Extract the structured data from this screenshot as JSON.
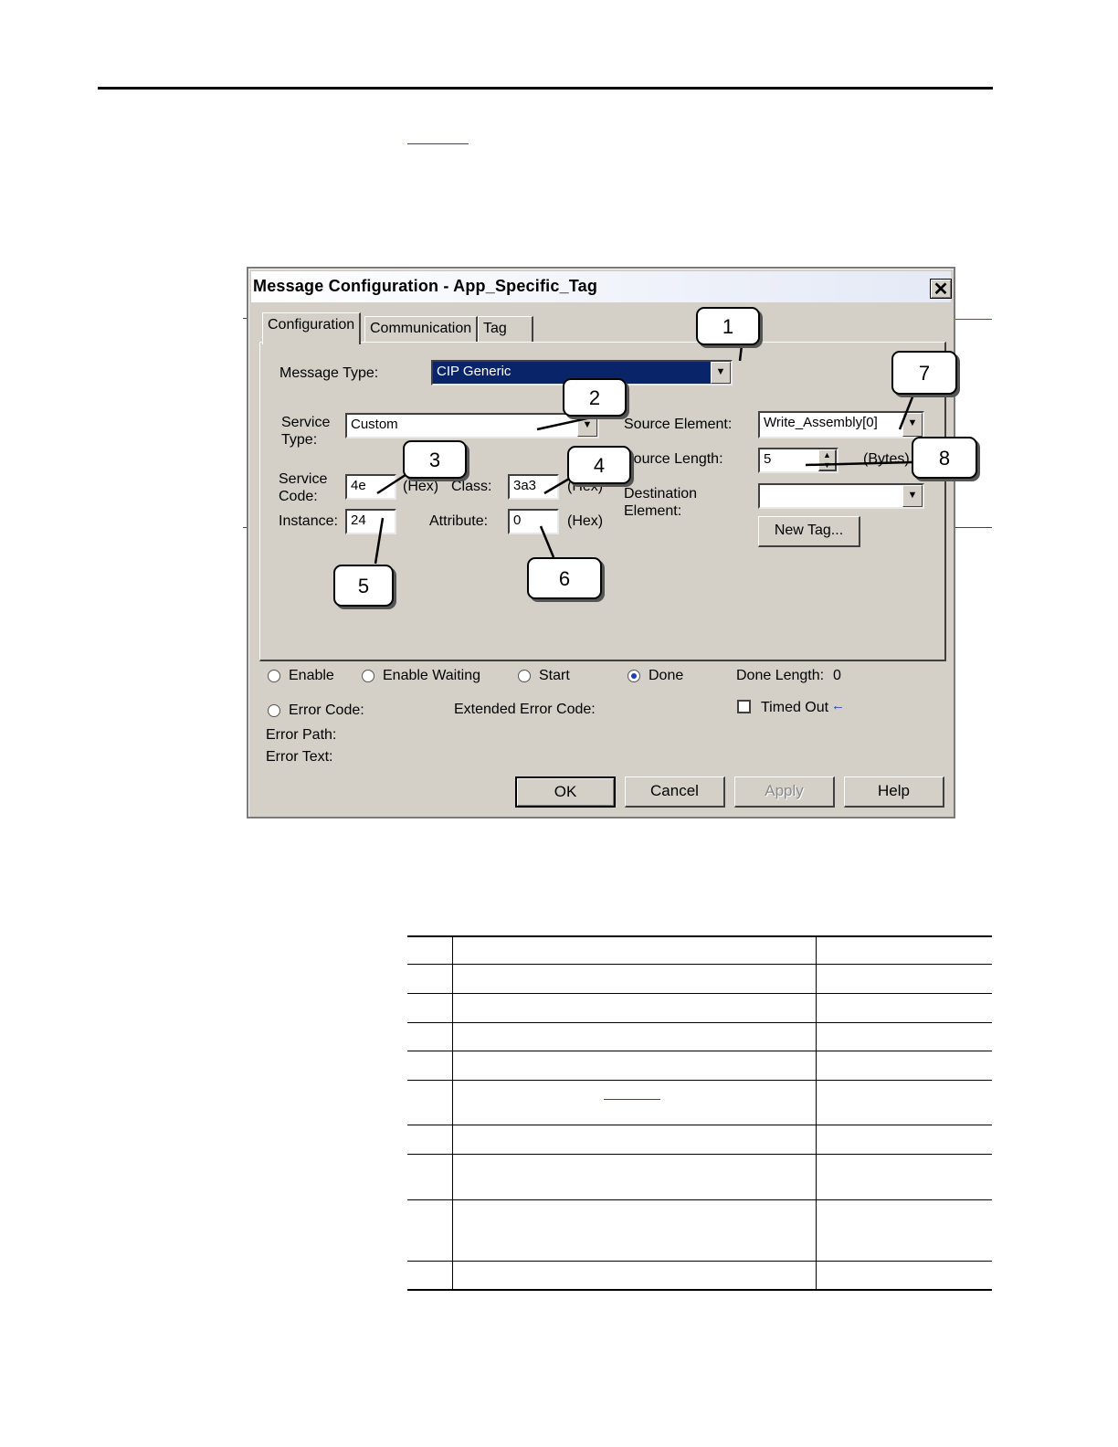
{
  "dialog": {
    "title": "Message Configuration - App_Specific_Tag",
    "close_glyph": "✕",
    "tabs": [
      "Configuration",
      "Communication",
      "Tag"
    ],
    "message_type_label": "Message Type:",
    "message_type_value": "CIP Generic",
    "service_type_label_1": "Service",
    "service_type_label_2": "Type:",
    "service_type_value": "Custom",
    "service_code_label_1": "Service",
    "service_code_label_2": "Code:",
    "service_code_value": "4e",
    "hex_label_code": "(Hex)",
    "class_label": "Class:",
    "class_value": "3a3",
    "hex_label_class": "(Hex)",
    "instance_label": "Instance:",
    "instance_value": "24",
    "attribute_label": "Attribute:",
    "attribute_value": "0",
    "hex_label_attribute": "(Hex)",
    "source_element_label": "Source Element:",
    "source_element_value": "Write_Assembly[0]",
    "source_length_label": "Source Length:",
    "source_length_value": "5",
    "bytes_label": "(Bytes)",
    "destination_label_1": "Destination",
    "destination_label_2": "Element:",
    "destination_value": "",
    "new_tag_button": "New Tag...",
    "status": {
      "enable": "Enable",
      "enable_waiting": "Enable Waiting",
      "start": "Start",
      "done": "Done",
      "done_length_label": "Done Length:",
      "done_length_value": "0",
      "error_code": "Error Code:",
      "extended_error_code": "Extended Error Code:",
      "timed_out": "Timed Out",
      "error_path": "Error Path:",
      "error_text": "Error Text:"
    },
    "buttons": {
      "ok": "OK",
      "cancel": "Cancel",
      "apply": "Apply",
      "help": "Help"
    }
  },
  "callouts": [
    "1",
    "2",
    "3",
    "4",
    "5",
    "6",
    "7",
    "8"
  ],
  "colors": {
    "dialog_bg": "#d4d0c8",
    "selection": "#0a246a",
    "radio_accent": "#1a3fbf"
  }
}
